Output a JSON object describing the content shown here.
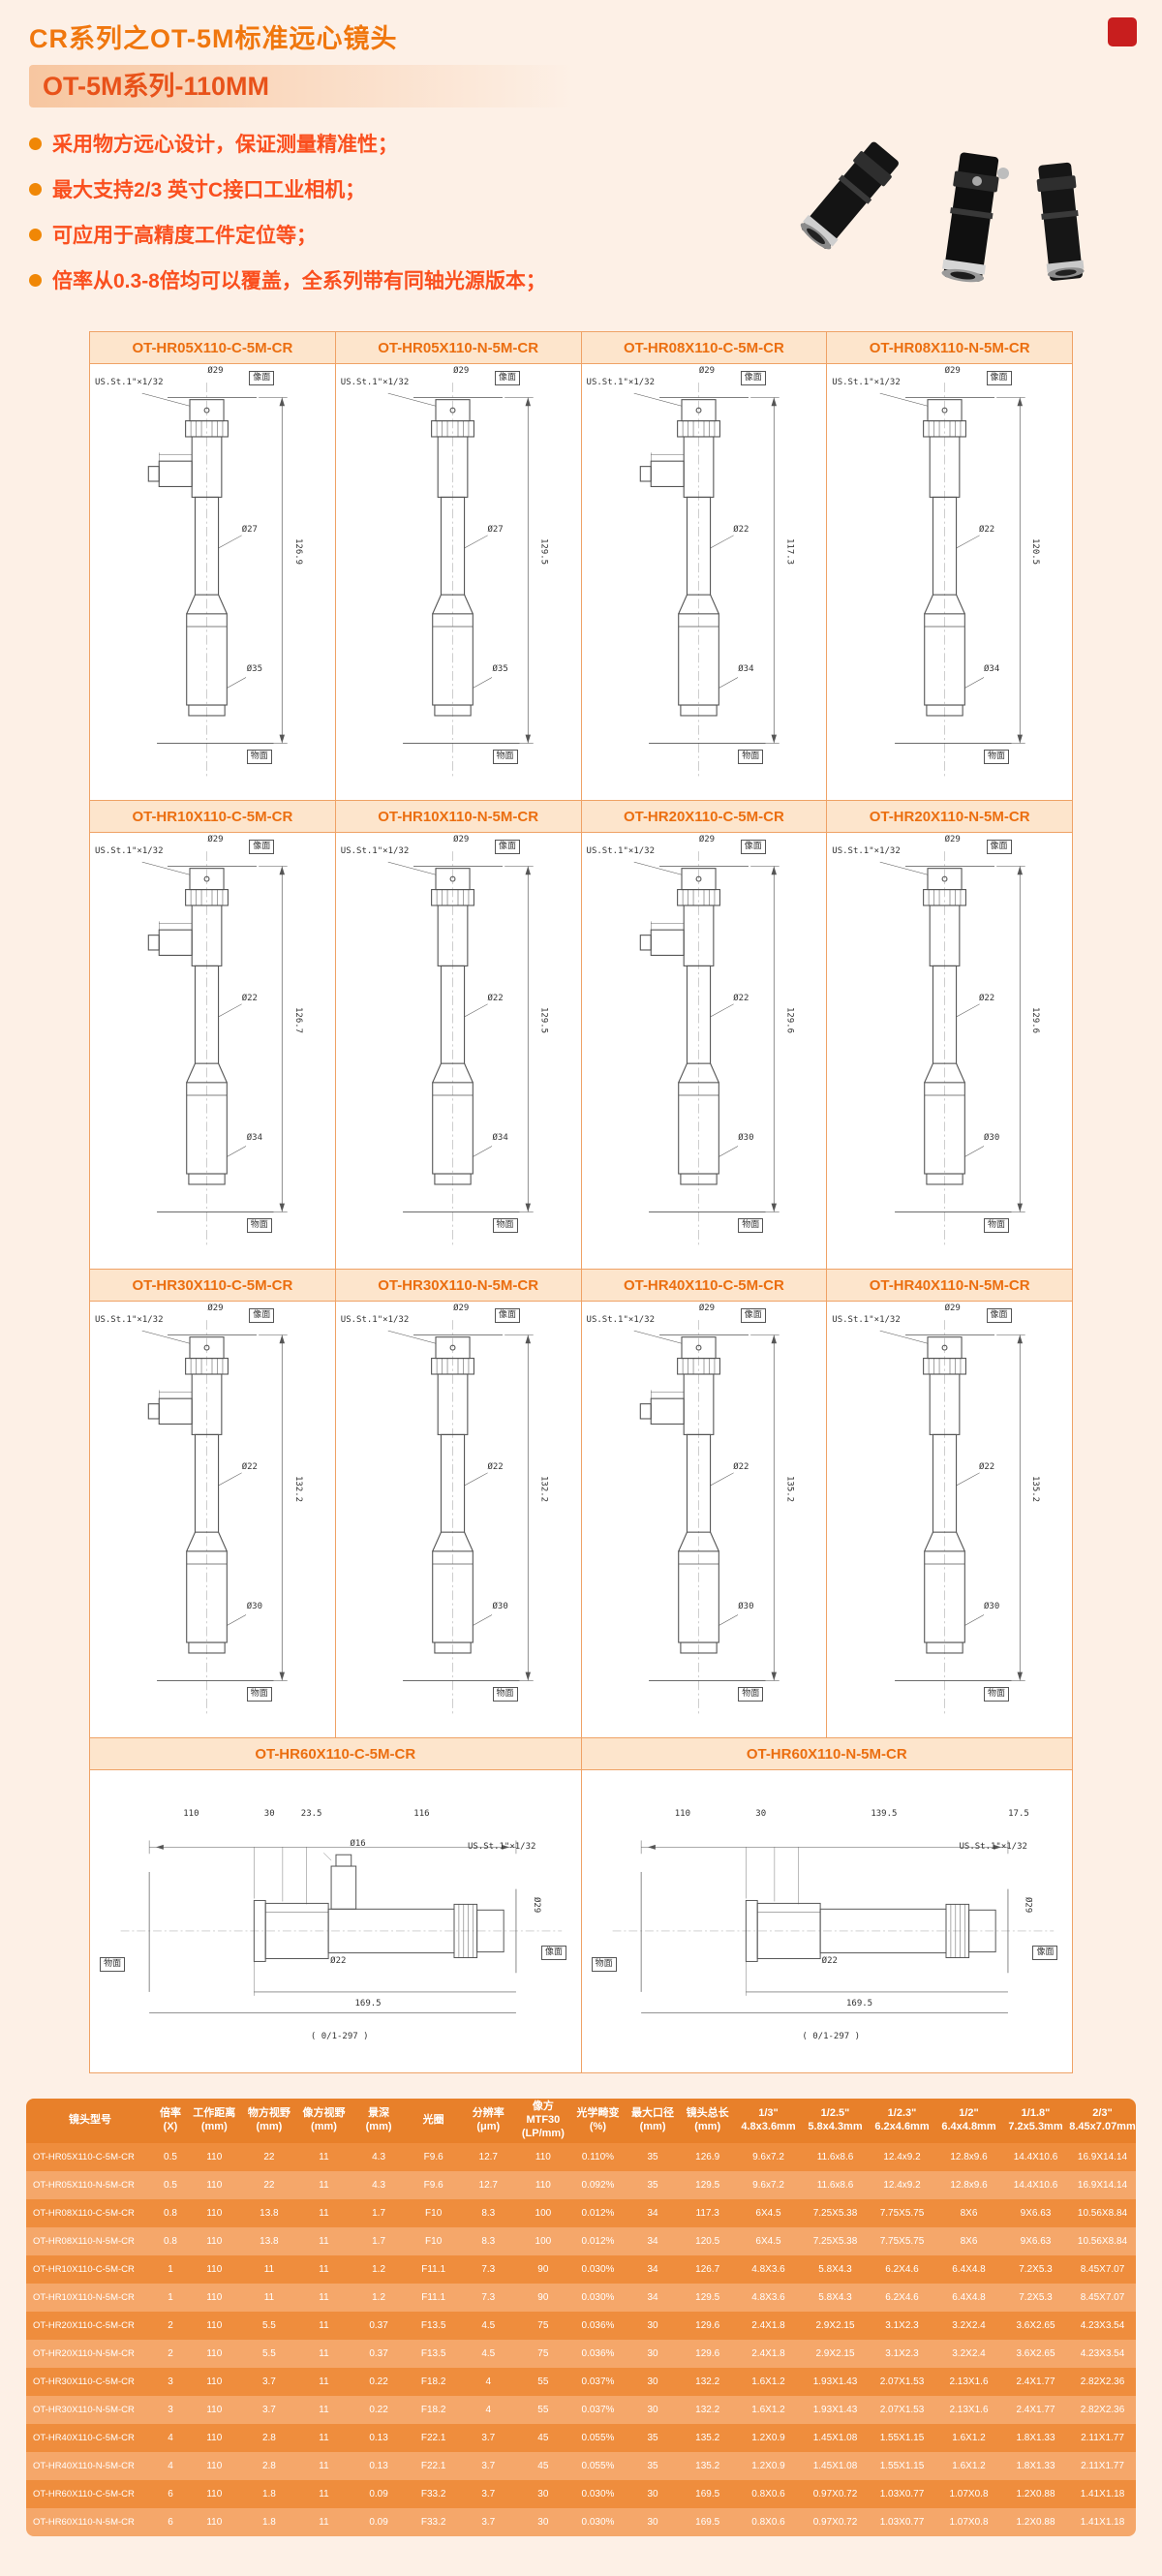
{
  "page": {
    "title": "CR系列之OT-5M标准远心镜头",
    "subtitle": "OT-5M系列-110MM",
    "bullets": [
      "采用物方远心设计，保证测量精准性；",
      "最大支持2/3 英寸C接口工业相机；",
      "可应用于高精度工件定位等；",
      "倍率从0.3-8倍均可以覆盖，全系列带有同轴光源版本；"
    ],
    "accent_color": "#f0770e",
    "bullet_color": "#fa4f1e"
  },
  "drawings": {
    "labels": {
      "image_plane": "像面",
      "object_plane": "物面",
      "thread": "US.St.1\"×1/32"
    },
    "cells": [
      {
        "label": "OT-HR05X110-C-5M-CR",
        "variant": "C",
        "top_dia": "Ø29",
        "mid_dia": "Ø27",
        "bot_dia": "Ø35",
        "length": "126.9"
      },
      {
        "label": "OT-HR05X110-N-5M-CR",
        "variant": "N",
        "top_dia": "Ø29",
        "mid_dia": "Ø27",
        "bot_dia": "Ø35",
        "length": "129.5"
      },
      {
        "label": "OT-HR08X110-C-5M-CR",
        "variant": "C",
        "top_dia": "Ø29",
        "mid_dia": "Ø22",
        "bot_dia": "Ø34",
        "length": "117.3"
      },
      {
        "label": "OT-HR08X110-N-5M-CR",
        "variant": "N",
        "top_dia": "Ø29",
        "mid_dia": "Ø22",
        "bot_dia": "Ø34",
        "length": "120.5"
      },
      {
        "label": "OT-HR10X110-C-5M-CR",
        "variant": "C",
        "top_dia": "Ø29",
        "mid_dia": "Ø22",
        "bot_dia": "Ø34",
        "length": "126.7"
      },
      {
        "label": "OT-HR10X110-N-5M-CR",
        "variant": "N",
        "top_dia": "Ø29",
        "mid_dia": "Ø22",
        "bot_dia": "Ø34",
        "length": "129.5"
      },
      {
        "label": "OT-HR20X110-C-5M-CR",
        "variant": "C",
        "top_dia": "Ø29",
        "mid_dia": "Ø22",
        "bot_dia": "Ø30",
        "length": "129.6"
      },
      {
        "label": "OT-HR20X110-N-5M-CR",
        "variant": "N",
        "top_dia": "Ø29",
        "mid_dia": "Ø22",
        "bot_dia": "Ø30",
        "length": "129.6"
      },
      {
        "label": "OT-HR30X110-C-5M-CR",
        "variant": "C",
        "top_dia": "Ø29",
        "mid_dia": "Ø22",
        "bot_dia": "Ø30",
        "length": "132.2"
      },
      {
        "label": "OT-HR30X110-N-5M-CR",
        "variant": "N",
        "top_dia": "Ø29",
        "mid_dia": "Ø22",
        "bot_dia": "Ø30",
        "length": "132.2"
      },
      {
        "label": "OT-HR40X110-C-5M-CR",
        "variant": "C",
        "top_dia": "Ø29",
        "mid_dia": "Ø22",
        "bot_dia": "Ø30",
        "length": "135.2"
      },
      {
        "label": "OT-HR40X110-N-5M-CR",
        "variant": "N",
        "top_dia": "Ø29",
        "mid_dia": "Ø22",
        "bot_dia": "Ø30",
        "length": "135.2"
      }
    ],
    "wide_cells": [
      {
        "label": "OT-HR60X110-C-5M-CR",
        "variant": "C",
        "d1": "110",
        "d2": "30",
        "d3": "23.5",
        "d4": "116",
        "mid_dia": "Ø22",
        "dia": "Ø29",
        "port_dia": "Ø16",
        "length": "169.5",
        "note": "( 0/1-297 )"
      },
      {
        "label": "OT-HR60X110-N-5M-CR",
        "variant": "N",
        "d1": "110",
        "d2": "30",
        "d3": "139.5",
        "d4": "17.5",
        "mid_dia": "Ø22",
        "dia": "Ø29",
        "port_dia": "",
        "length": "169.5",
        "note": "( 0/1-297 )"
      }
    ]
  },
  "table": {
    "headers": [
      "镜头型号",
      "倍率\n(X)",
      "工作距离\n(mm)",
      "物方视野\n(mm)",
      "像方视野\n(mm)",
      "景深\n(mm)",
      "光圈",
      "分辨率\n(μm)",
      "像方MTF30\n(LP/mm)",
      "光学畸变\n(%)",
      "最大口径\n(mm)",
      "镜头总长\n(mm)",
      "1/3\"\n4.8x3.6mm",
      "1/2.5\"\n5.8x4.3mm",
      "1/2.3\"\n6.2x4.6mm",
      "1/2\"\n6.4x4.8mm",
      "1/1.8\"\n7.2x5.3mm",
      "2/3\"\n8.45x7.07mm"
    ],
    "rows": [
      [
        "OT-HR05X110-C-5M-CR",
        "0.5",
        "110",
        "22",
        "11",
        "4.3",
        "F9.6",
        "12.7",
        "110",
        "0.110%",
        "35",
        "126.9",
        "9.6x7.2",
        "11.6x8.6",
        "12.4x9.2",
        "12.8x9.6",
        "14.4X10.6",
        "16.9X14.14"
      ],
      [
        "OT-HR05X110-N-5M-CR",
        "0.5",
        "110",
        "22",
        "11",
        "4.3",
        "F9.6",
        "12.7",
        "110",
        "0.092%",
        "35",
        "129.5",
        "9.6x7.2",
        "11.6x8.6",
        "12.4x9.2",
        "12.8x9.6",
        "14.4X10.6",
        "16.9X14.14"
      ],
      [
        "OT-HR08X110-C-5M-CR",
        "0.8",
        "110",
        "13.8",
        "11",
        "1.7",
        "F10",
        "8.3",
        "100",
        "0.012%",
        "34",
        "117.3",
        "6X4.5",
        "7.25X5.38",
        "7.75X5.75",
        "8X6",
        "9X6.63",
        "10.56X8.84"
      ],
      [
        "OT-HR08X110-N-5M-CR",
        "0.8",
        "110",
        "13.8",
        "11",
        "1.7",
        "F10",
        "8.3",
        "100",
        "0.012%",
        "34",
        "120.5",
        "6X4.5",
        "7.25X5.38",
        "7.75X5.75",
        "8X6",
        "9X6.63",
        "10.56X8.84"
      ],
      [
        "OT-HR10X110-C-5M-CR",
        "1",
        "110",
        "11",
        "11",
        "1.2",
        "F11.1",
        "7.3",
        "90",
        "0.030%",
        "34",
        "126.7",
        "4.8X3.6",
        "5.8X4.3",
        "6.2X4.6",
        "6.4X4.8",
        "7.2X5.3",
        "8.45X7.07"
      ],
      [
        "OT-HR10X110-N-5M-CR",
        "1",
        "110",
        "11",
        "11",
        "1.2",
        "F11.1",
        "7.3",
        "90",
        "0.030%",
        "34",
        "129.5",
        "4.8X3.6",
        "5.8X4.3",
        "6.2X4.6",
        "6.4X4.8",
        "7.2X5.3",
        "8.45X7.07"
      ],
      [
        "OT-HR20X110-C-5M-CR",
        "2",
        "110",
        "5.5",
        "11",
        "0.37",
        "F13.5",
        "4.5",
        "75",
        "0.036%",
        "30",
        "129.6",
        "2.4X1.8",
        "2.9X2.15",
        "3.1X2.3",
        "3.2X2.4",
        "3.6X2.65",
        "4.23X3.54"
      ],
      [
        "OT-HR20X110-N-5M-CR",
        "2",
        "110",
        "5.5",
        "11",
        "0.37",
        "F13.5",
        "4.5",
        "75",
        "0.036%",
        "30",
        "129.6",
        "2.4X1.8",
        "2.9X2.15",
        "3.1X2.3",
        "3.2X2.4",
        "3.6X2.65",
        "4.23X3.54"
      ],
      [
        "OT-HR30X110-C-5M-CR",
        "3",
        "110",
        "3.7",
        "11",
        "0.22",
        "F18.2",
        "4",
        "55",
        "0.037%",
        "30",
        "132.2",
        "1.6X1.2",
        "1.93X1.43",
        "2.07X1.53",
        "2.13X1.6",
        "2.4X1.77",
        "2.82X2.36"
      ],
      [
        "OT-HR30X110-N-5M-CR",
        "3",
        "110",
        "3.7",
        "11",
        "0.22",
        "F18.2",
        "4",
        "55",
        "0.037%",
        "30",
        "132.2",
        "1.6X1.2",
        "1.93X1.43",
        "2.07X1.53",
        "2.13X1.6",
        "2.4X1.77",
        "2.82X2.36"
      ],
      [
        "OT-HR40X110-C-5M-CR",
        "4",
        "110",
        "2.8",
        "11",
        "0.13",
        "F22.1",
        "3.7",
        "45",
        "0.055%",
        "35",
        "135.2",
        "1.2X0.9",
        "1.45X1.08",
        "1.55X1.15",
        "1.6X1.2",
        "1.8X1.33",
        "2.11X1.77"
      ],
      [
        "OT-HR40X110-N-5M-CR",
        "4",
        "110",
        "2.8",
        "11",
        "0.13",
        "F22.1",
        "3.7",
        "45",
        "0.055%",
        "35",
        "135.2",
        "1.2X0.9",
        "1.45X1.08",
        "1.55X1.15",
        "1.6X1.2",
        "1.8X1.33",
        "2.11X1.77"
      ],
      [
        "OT-HR60X110-C-5M-CR",
        "6",
        "110",
        "1.8",
        "11",
        "0.09",
        "F33.2",
        "3.7",
        "30",
        "0.030%",
        "30",
        "169.5",
        "0.8X0.6",
        "0.97X0.72",
        "1.03X0.77",
        "1.07X0.8",
        "1.2X0.88",
        "1.41X1.18"
      ],
      [
        "OT-HR60X110-N-5M-CR",
        "6",
        "110",
        "1.8",
        "11",
        "0.09",
        "F33.2",
        "3.7",
        "30",
        "0.030%",
        "30",
        "169.5",
        "0.8X0.6",
        "0.97X0.72",
        "1.03X0.77",
        "1.07X0.8",
        "1.2X0.88",
        "1.41X1.18"
      ]
    ]
  }
}
